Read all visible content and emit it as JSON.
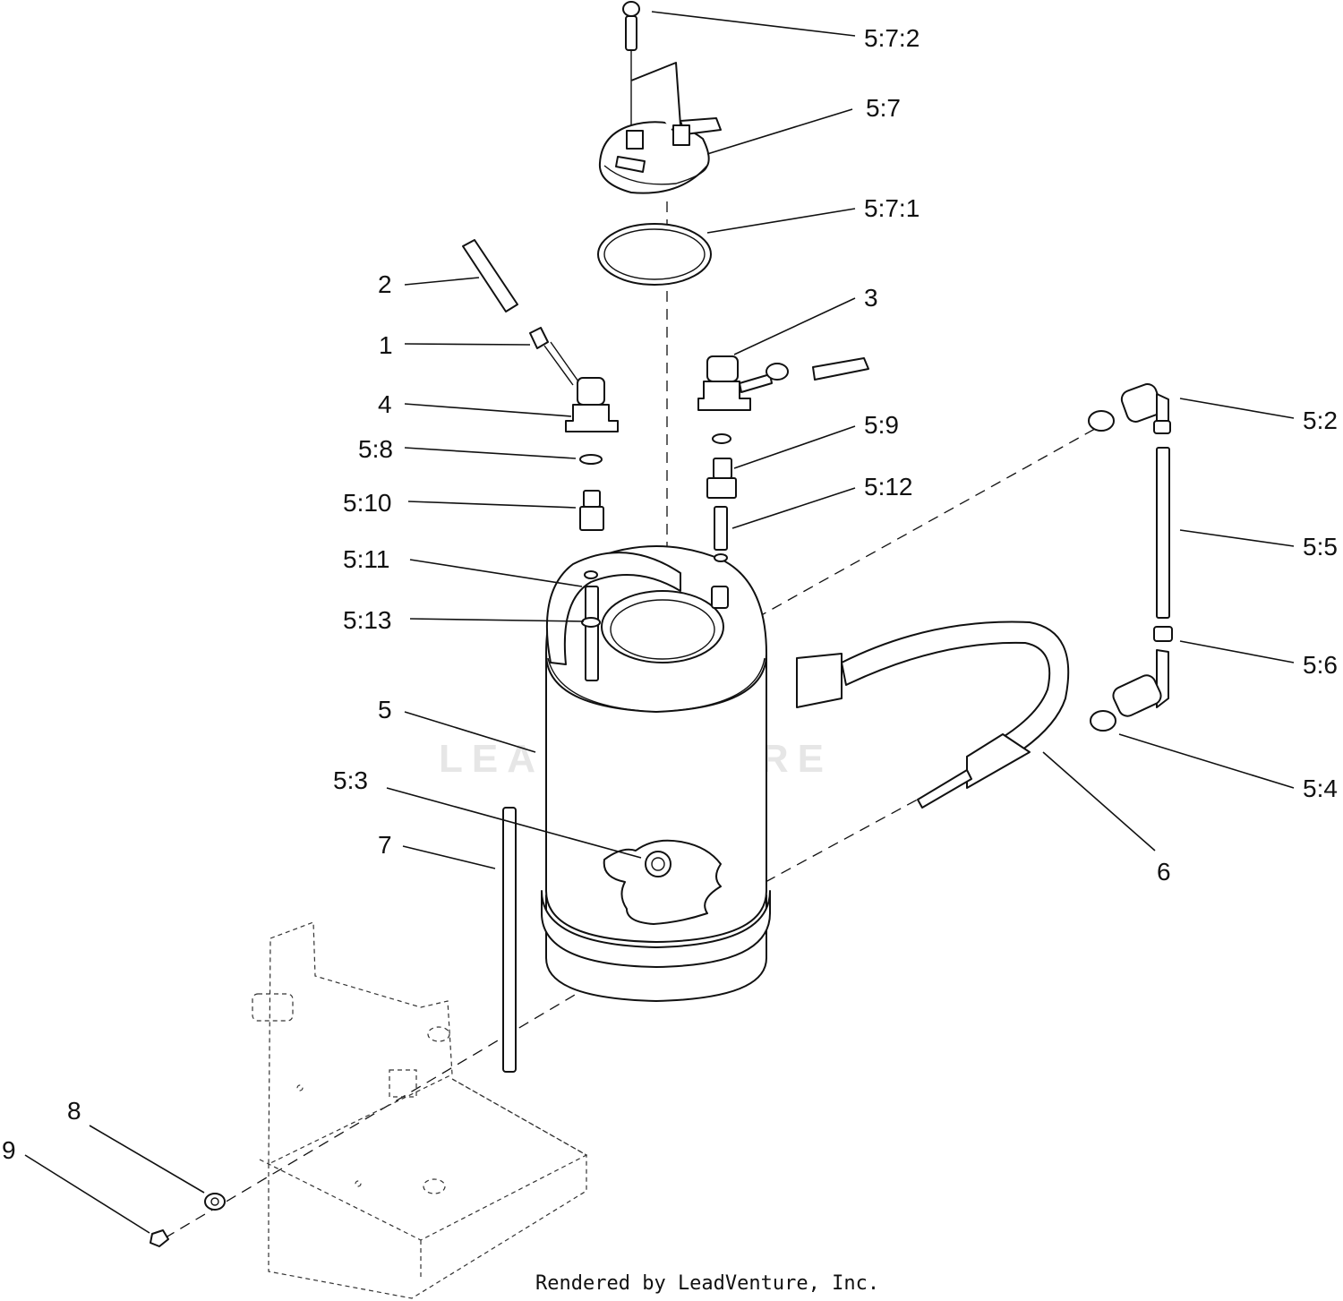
{
  "watermark": "LEADVENTURE",
  "credit": "Rendered by LeadVenture, Inc.",
  "callouts": {
    "c572": "5:7:2",
    "c57": "5:7",
    "c571": "5:7:1",
    "c2": "2",
    "c1": "1",
    "c3": "3",
    "c4": "4",
    "c58": "5:8",
    "c59": "5:9",
    "c510": "5:10",
    "c512": "5:12",
    "c511": "5:11",
    "c513": "5:13",
    "c52": "5:2",
    "c55": "5:5",
    "c56": "5:6",
    "c54": "5:4",
    "c5": "5",
    "c53": "5:3",
    "c7": "7",
    "c6": "6",
    "c8": "8",
    "c9": "9"
  }
}
